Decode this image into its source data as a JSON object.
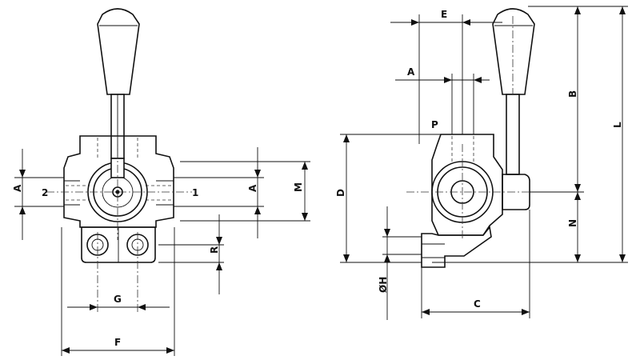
{
  "front_view": {
    "port_left": "2",
    "port_right": "1",
    "dim_a_left": "A",
    "dim_a_right": "A",
    "dim_m": "M",
    "dim_r": "R",
    "dim_g": "G",
    "dim_f": "F"
  },
  "side_view": {
    "dim_e": "E",
    "dim_a": "A",
    "port_p": "P",
    "dim_b": "B",
    "dim_l": "L",
    "dim_d": "D",
    "dim_n": "N",
    "dim_h": "ØH",
    "dim_c": "C"
  }
}
